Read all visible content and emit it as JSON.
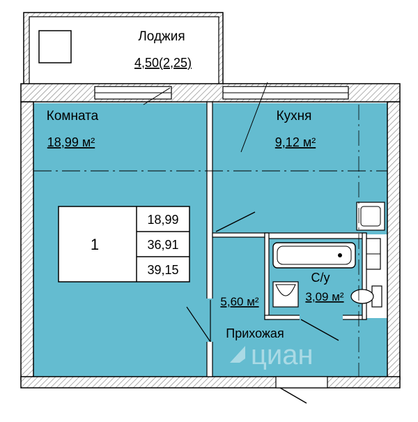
{
  "plan": {
    "loggia": {
      "label": "Лоджия",
      "area": "4,50(2,25)"
    },
    "rooms": {
      "komnata": {
        "label": "Комната",
        "area": "18,99 м²"
      },
      "kuhnya": {
        "label": "Кухня",
        "area": "9,12 м²"
      },
      "sanuzel": {
        "label": "С/у",
        "area": "3,09 м²"
      },
      "prihozhaya": {
        "label": "Прихожая",
        "area": "5,60 м²"
      }
    },
    "info_box": {
      "rooms_count": "1",
      "living_area": "18,99",
      "kitchen_net_area": "36,91",
      "total_area": "39,15"
    },
    "watermark": "циан"
  },
  "colors": {
    "floor": "#64bcd0",
    "wall": "#000000",
    "wall_hatch": "#8a8a8a",
    "background": "#ffffff"
  }
}
